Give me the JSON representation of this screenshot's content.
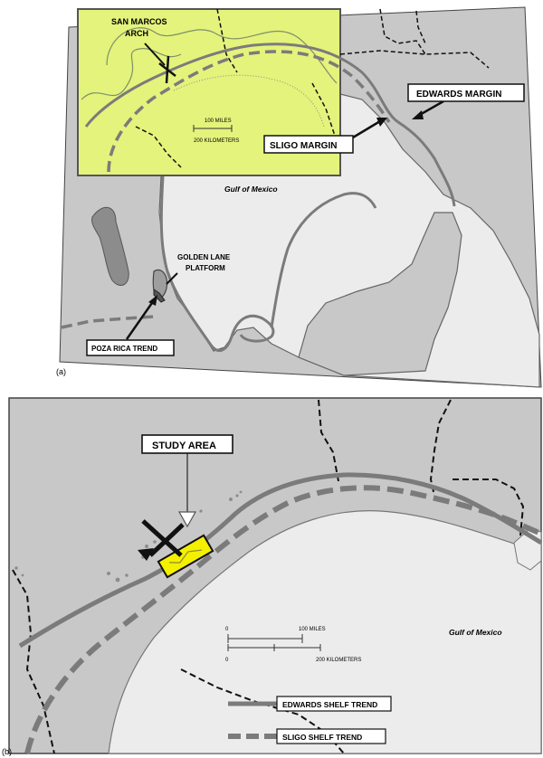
{
  "panel_a": {
    "letter": "(a)",
    "labels": {
      "san_marcos_line1": "SAN MARCOS",
      "san_marcos_line2": "ARCH",
      "edwards_margin": "EDWARDS MARGIN",
      "sligo_margin": "SLIGO MARGIN",
      "gulf": "Gulf of Mexico",
      "golden_lane_line1": "GOLDEN LANE",
      "golden_lane_line2": "PLATFORM",
      "poza_rica": "POZA RICA TREND"
    },
    "scale": {
      "miles": "100 MILES",
      "km": "200 KILOMETERS"
    }
  },
  "panel_b": {
    "letter": "(b)",
    "labels": {
      "study_area": "STUDY AREA",
      "gulf": "Gulf of Mexico"
    },
    "scale": {
      "miles_zero": "0",
      "miles_label": "100 MILES",
      "km_zero": "0",
      "km_label": "200 KILOMETERS"
    },
    "legend": {
      "edwards": "EDWARDS SHELF TREND",
      "sligo": "SLIGO SHELF TREND"
    }
  },
  "colors": {
    "land": "#c8c8c8",
    "water": "#ececec",
    "highlight": "#e3f37c",
    "study": "#f4f000",
    "trend": "#7b7b7b",
    "boundary": "#111111"
  }
}
